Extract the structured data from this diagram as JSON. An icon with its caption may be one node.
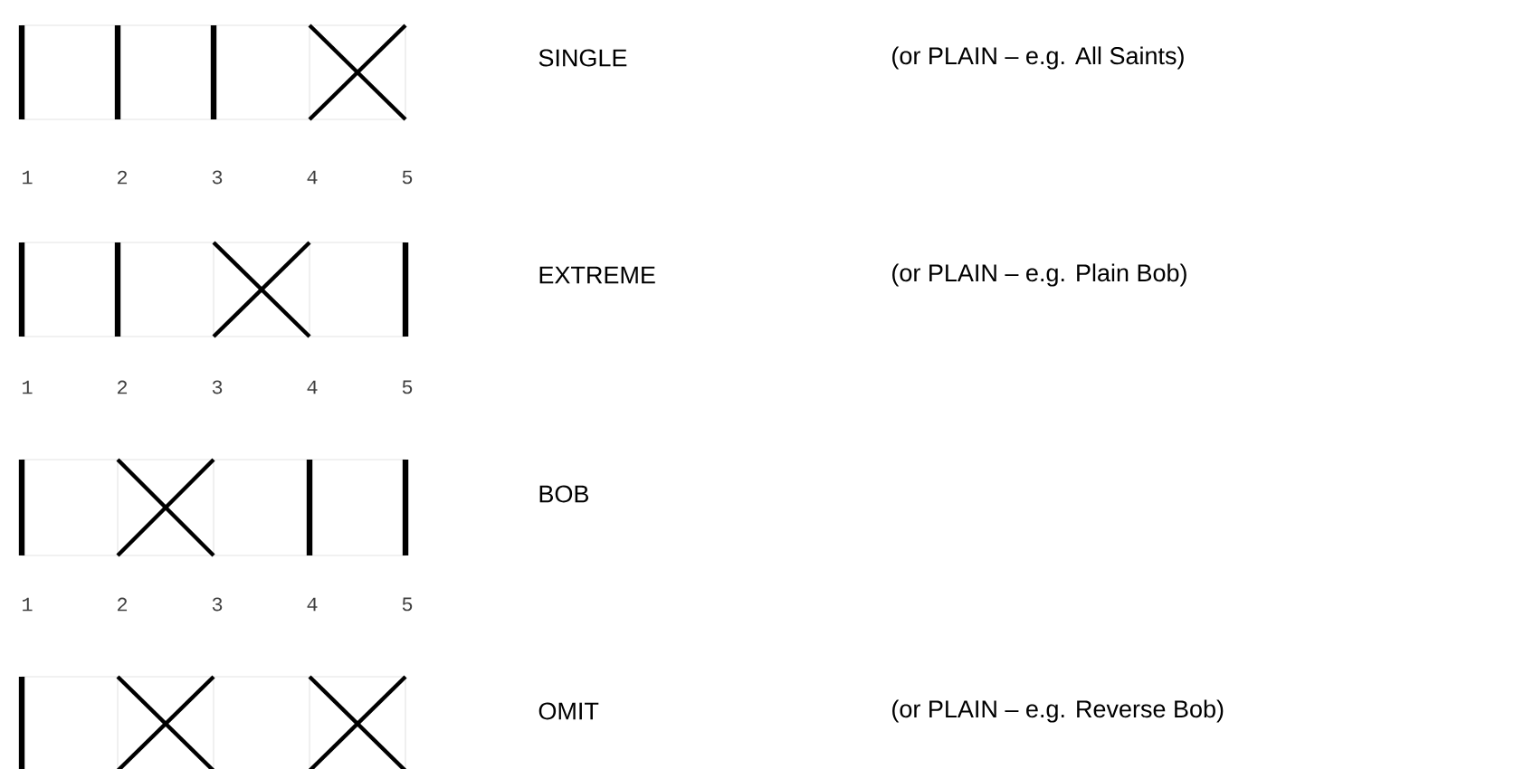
{
  "diagram": {
    "labels": [
      "SINGLE",
      "(or PLAIN – e.g. All Saints)",
      "1",
      "2",
      "3",
      "4",
      "5",
      "EXTREME",
      "(or PLAIN – e.g. Plain Bob)",
      "1",
      "2",
      "3",
      "4",
      "5",
      "BOB",
      "1",
      "2",
      "3",
      "4",
      "5",
      "OMIT",
      "(or PLAIN – e.g. Reverse Bob)"
    ]
  }
}
